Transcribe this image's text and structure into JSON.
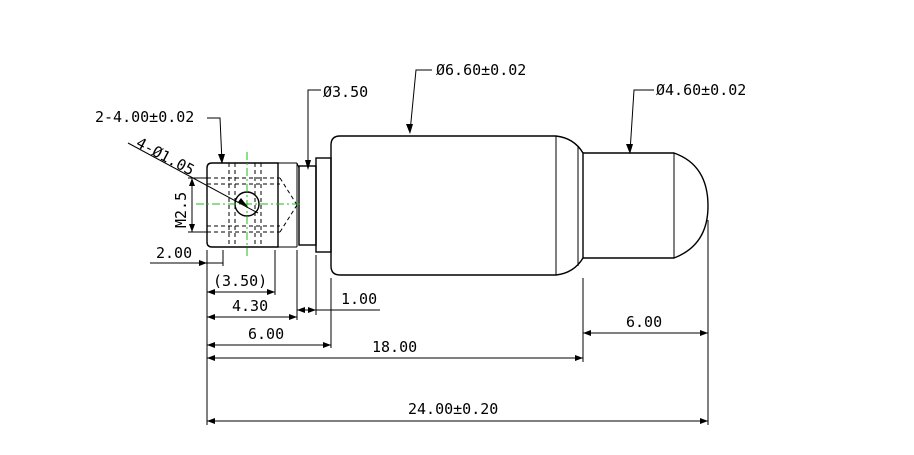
{
  "labels": {
    "dia_collar": "Ø3.50",
    "dia_body": "Ø6.60±0.02",
    "dia_tip": "Ø4.60±0.02",
    "flats": "2-4.00±0.02",
    "holes": "4-Ø1.05",
    "thread": "M2.5",
    "dim_2_00": "2.00",
    "dim_3_50": "(3.50)",
    "dim_4_30": "4.30",
    "dim_1_00": "1.00",
    "dim_6_00_left": "6.00",
    "dim_18_00": "18.00",
    "dim_6_00_right": "6.00",
    "dim_24_00": "24.00±0.20"
  },
  "colors": {
    "line": "#000000",
    "centerline": "#18c018",
    "background": "#ffffff"
  }
}
